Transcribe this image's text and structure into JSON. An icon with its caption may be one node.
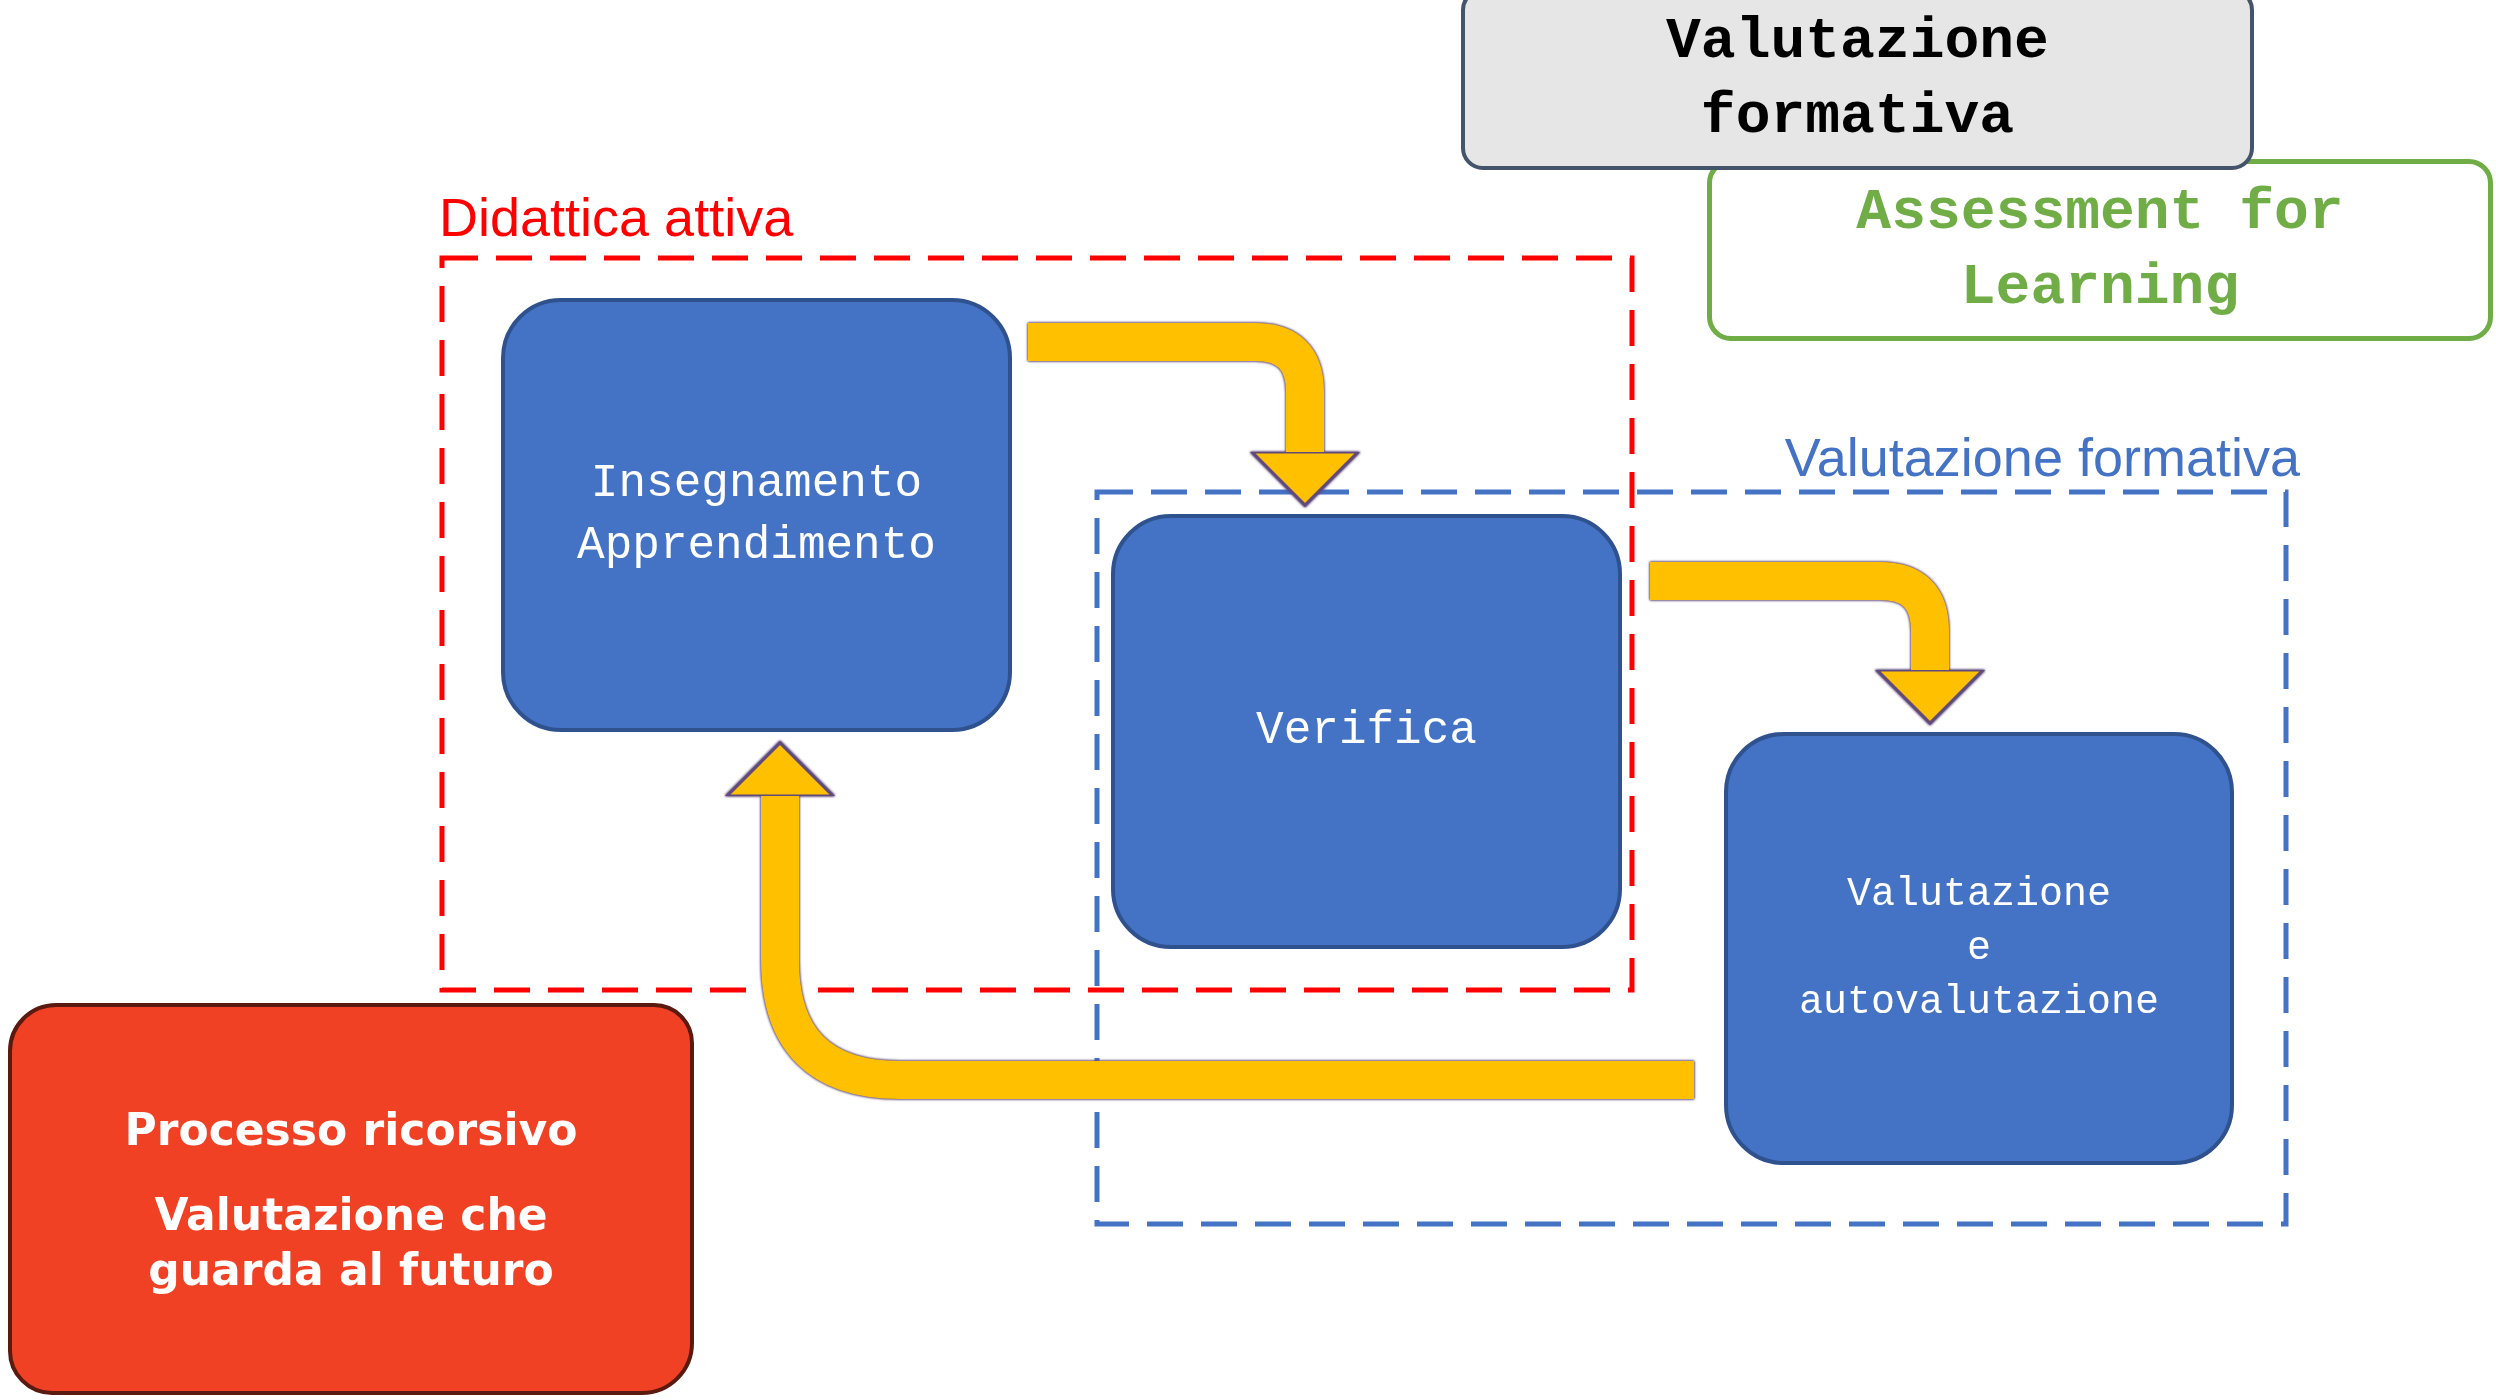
{
  "diagram": {
    "nodes": [
      {
        "text": [
          "Valutazione formativa"
        ]
      },
      {
        "text": [
          "Assessment for Learning"
        ]
      },
      {
        "text": [
          "Didattica attiva"
        ]
      },
      {
        "text": [
          "Insegnamento Apprendimento"
        ],
        "in": 2
      },
      {
        "text": [
          "Verifica"
        ]
      },
      {
        "text": [
          "Valutazione formativa"
        ]
      },
      {
        "text": [
          "Valutazione e autovalutazione"
        ],
        "in": 5
      },
      {
        "text": [
          "Processo ricorsivo",
          "Valutazione che guarda al futuro"
        ]
      }
    ],
    "edges": [
      {
        "from": 3,
        "to": 4,
        "arrow": "to"
      },
      {
        "from": 4,
        "to": 6,
        "arrow": "to"
      },
      {
        "from": 6,
        "to": 3,
        "arrow": "to"
      }
    ]
  }
}
